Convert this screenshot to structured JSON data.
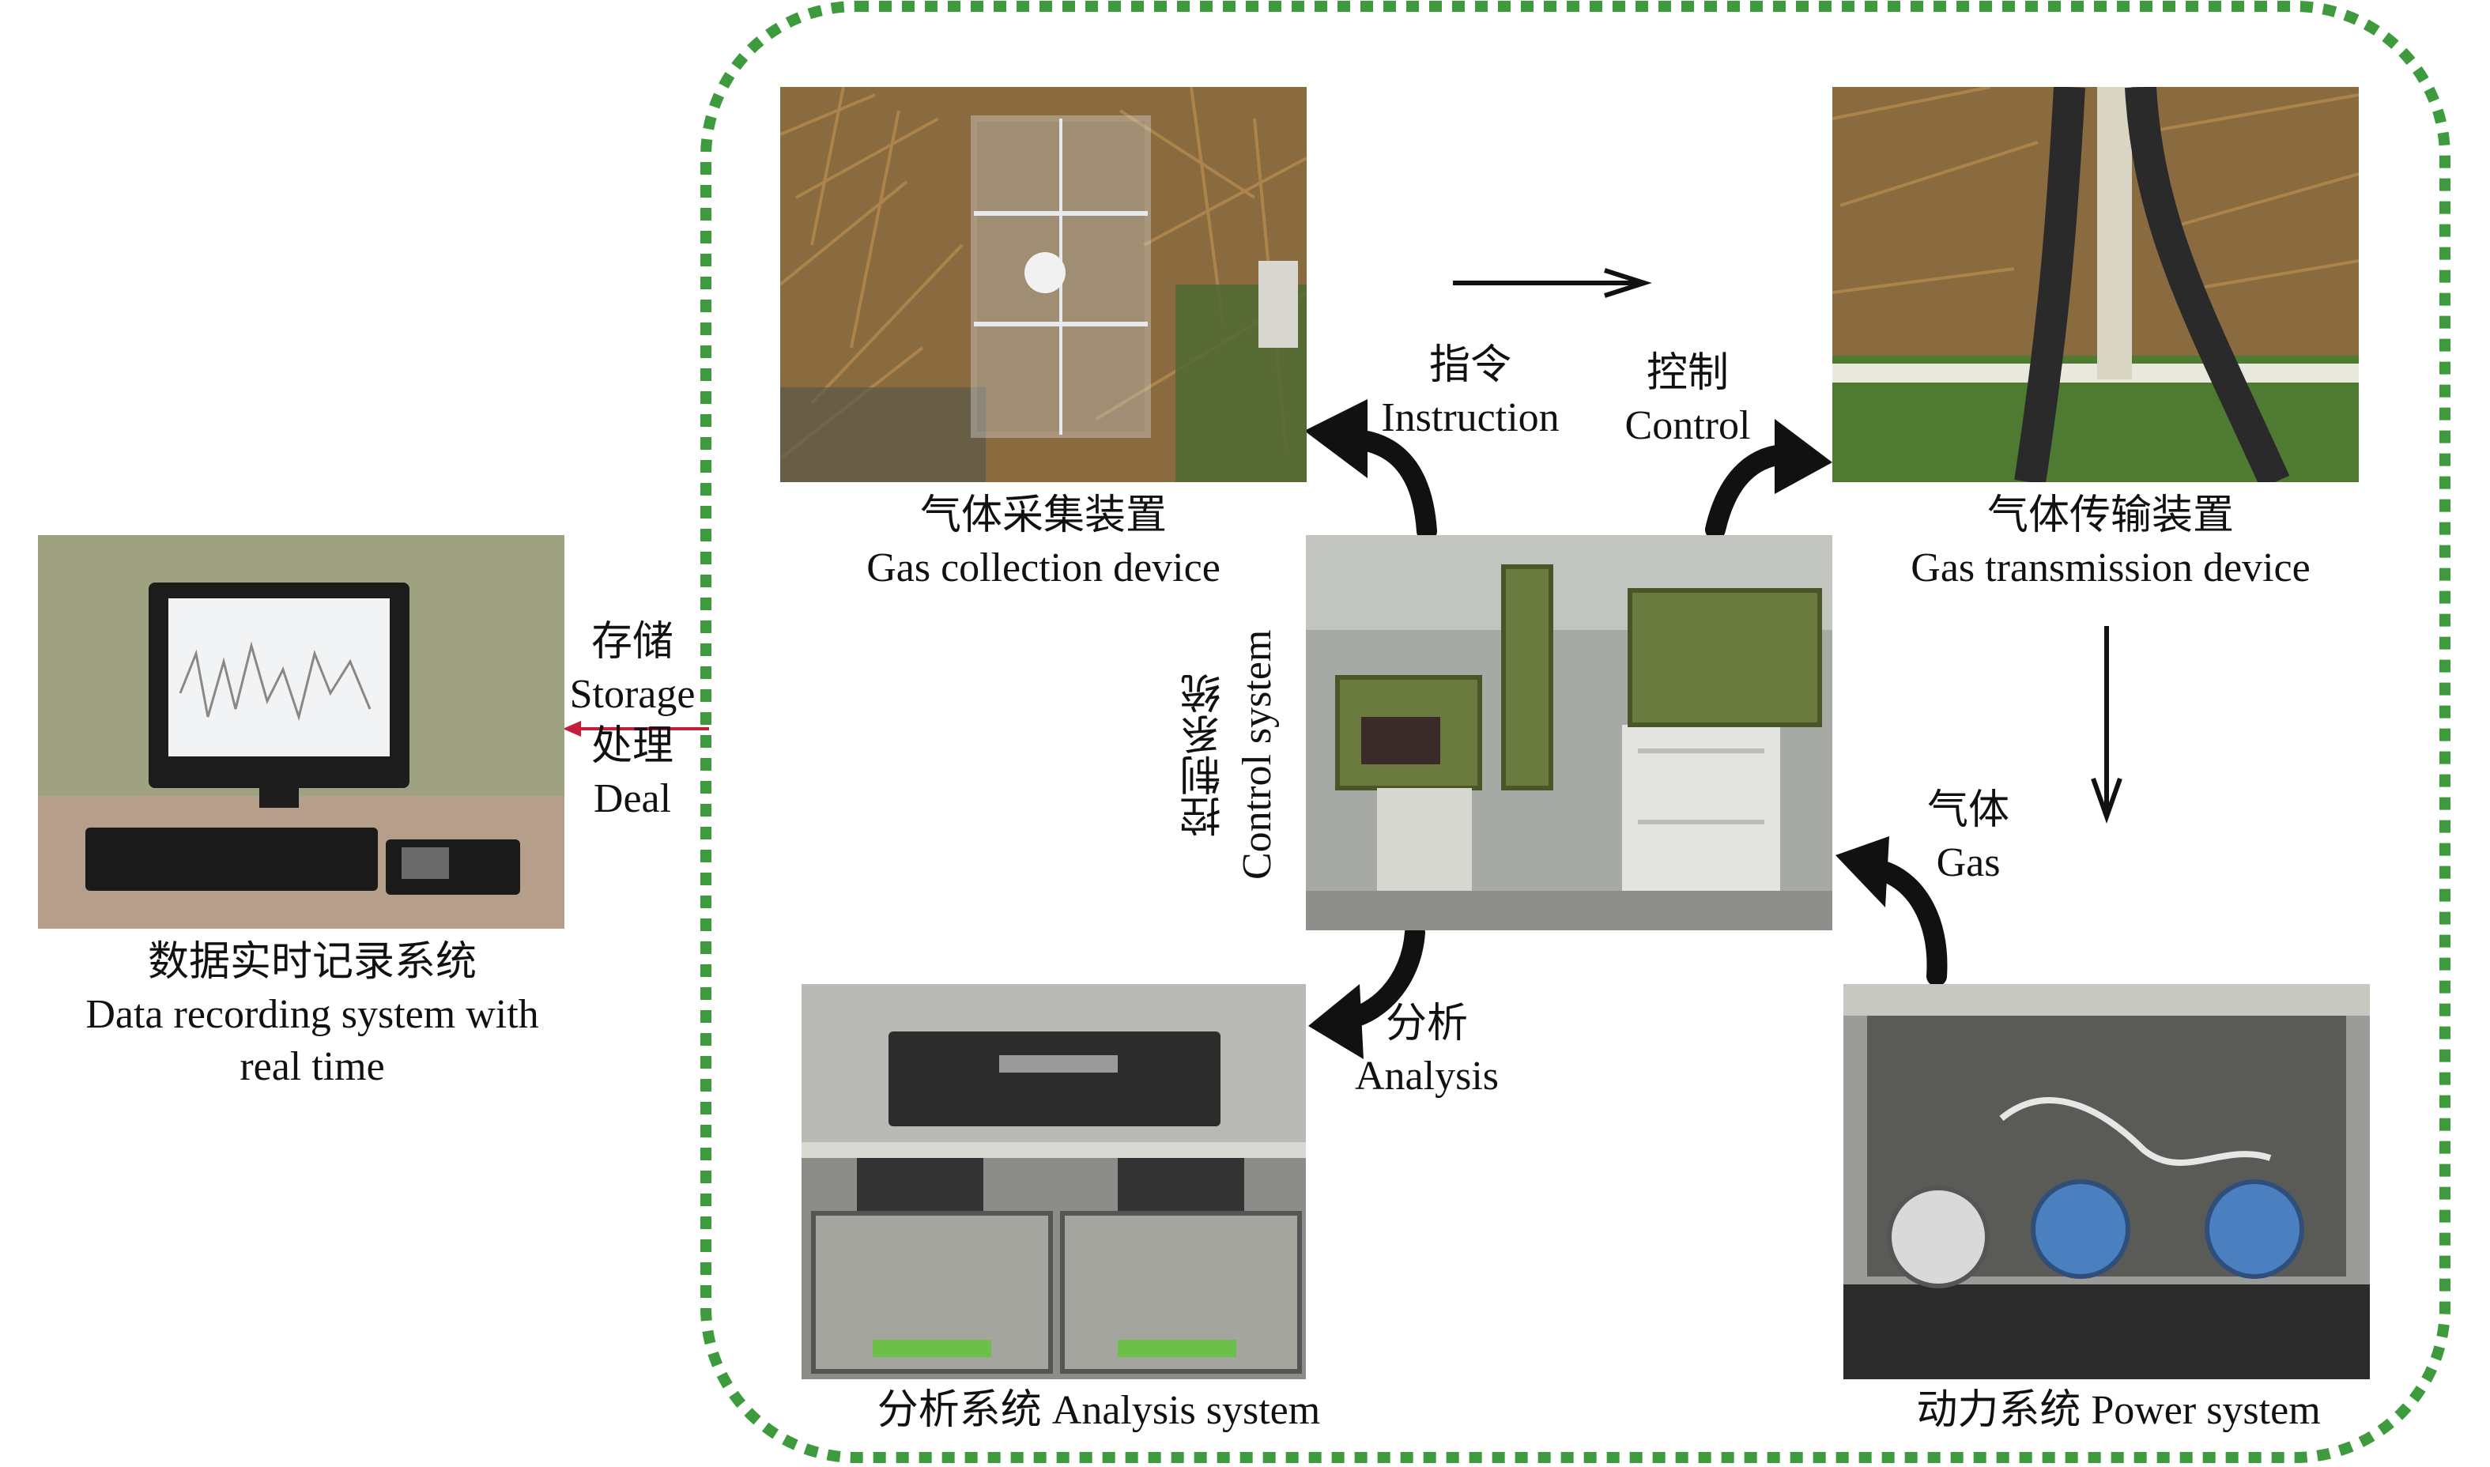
{
  "colors": {
    "boundary_dash": "#3d9b3d",
    "arrow": "#111111",
    "storage_arrow": "#c41e3a"
  },
  "nodes": {
    "gas_collection": {
      "zh": "气体采集装置",
      "en": "Gas collection device"
    },
    "gas_transmission": {
      "zh": "气体传输装置",
      "en": "Gas transmission device"
    },
    "control_system": {
      "zh": "控制系统",
      "en": "Control system"
    },
    "analysis_system": {
      "text": "分析系统 Analysis system"
    },
    "power_system": {
      "text": "动力系统 Power system"
    },
    "data_recording": {
      "zh": "数据实时记录系统",
      "en_line1": "Data recording system with",
      "en_line2": "real time"
    }
  },
  "edges": {
    "instruction": {
      "zh": "指令",
      "en": "Instruction"
    },
    "control": {
      "zh": "控制",
      "en": "Control"
    },
    "gas": {
      "zh": "气体",
      "en": "Gas"
    },
    "analysis": {
      "zh": "分析",
      "en": "Analysis"
    },
    "storage": {
      "zh1": "存储",
      "en1": "Storage",
      "zh2": "处理",
      "en2": "Deal"
    }
  }
}
